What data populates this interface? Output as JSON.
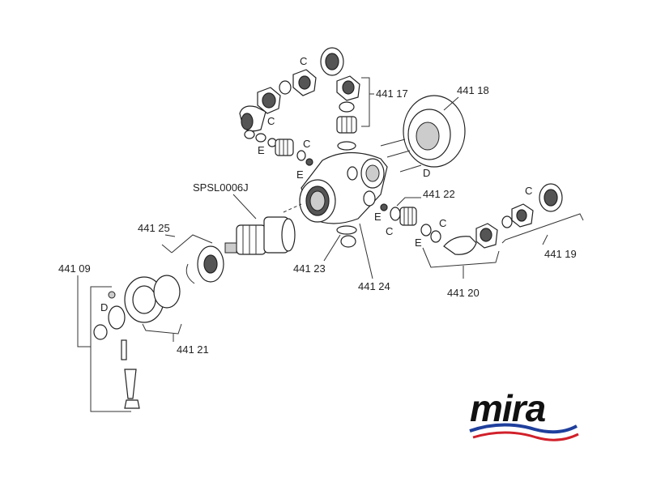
{
  "labels": {
    "l44117": "441 17",
    "l44118": "441 18",
    "l44122": "441 22",
    "l44119": "441 19",
    "l44120": "441 20",
    "l44124": "441 24",
    "l44123": "441 23",
    "l44125": "441 25",
    "l44121": "441 21",
    "l44109": "441 09",
    "spsl": "SPSL0006J",
    "c": "C",
    "e": "E",
    "d": "D"
  },
  "brand": {
    "name": "mira",
    "wave_colors": [
      "#1f3f9c",
      "#d1202a"
    ]
  }
}
